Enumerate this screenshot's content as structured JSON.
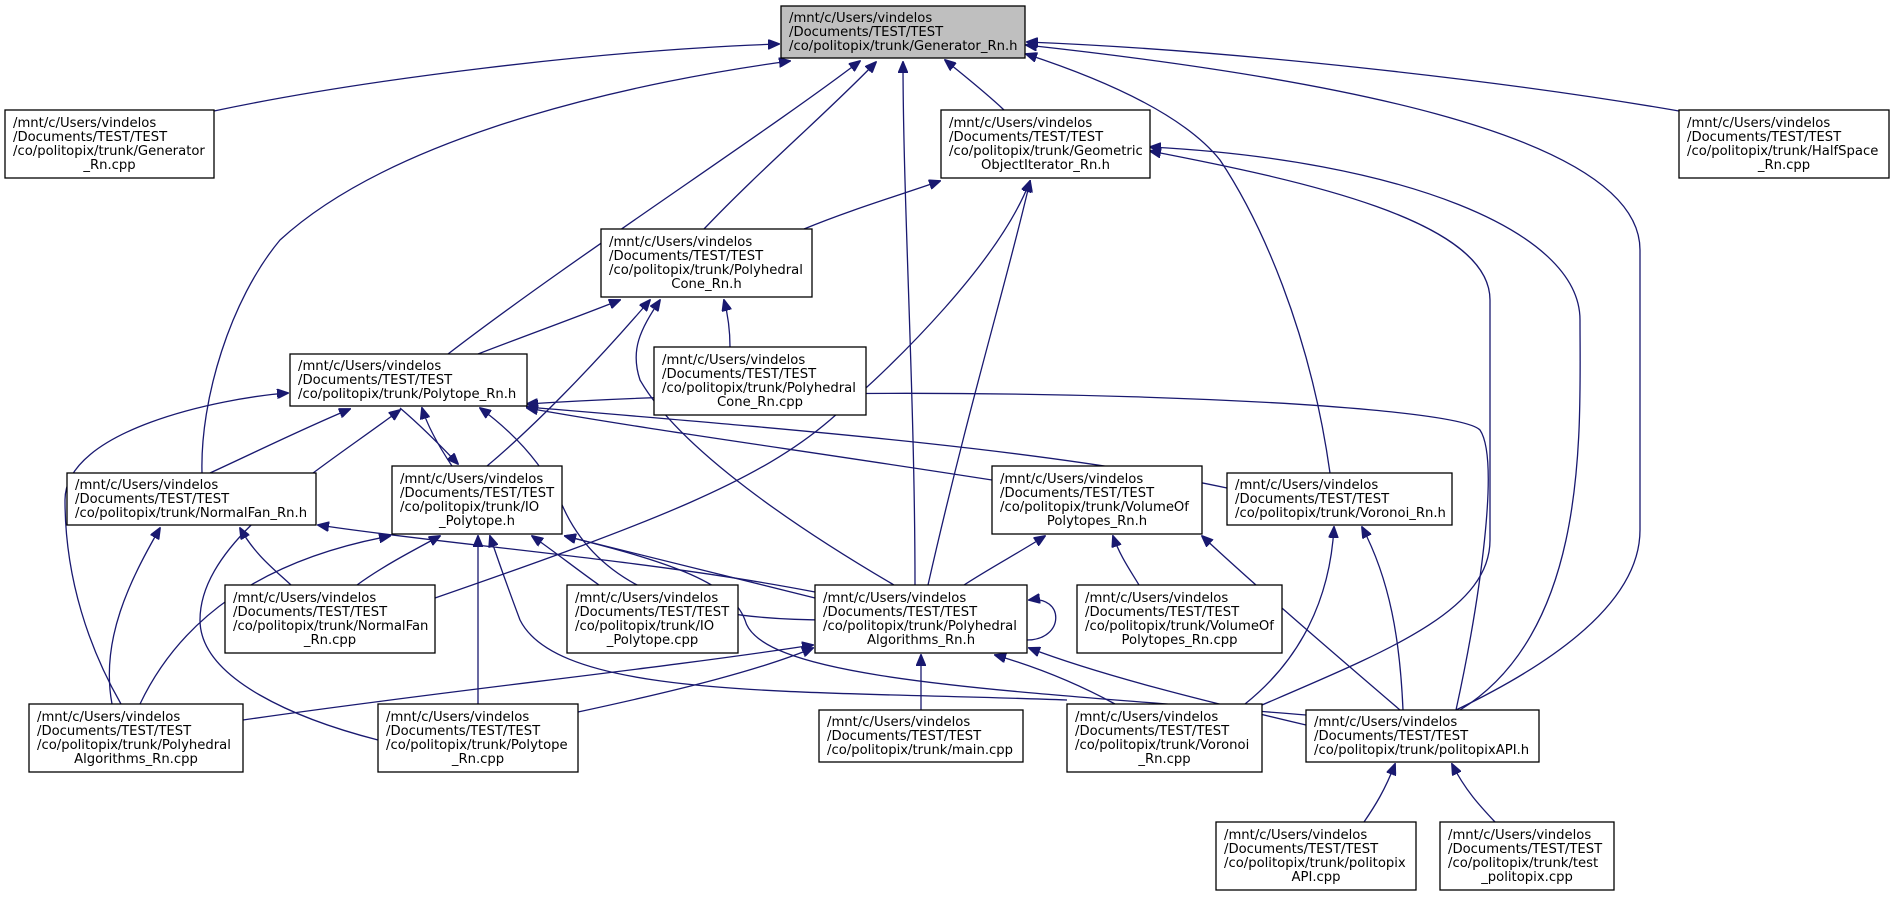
{
  "colors": {
    "edge": "#191970",
    "root_fill": "#bfbfbf",
    "node_fill": "#ffffff",
    "node_border": "#000000"
  },
  "nodes": [
    {
      "id": "generator_h",
      "lines": [
        "/mnt/c/Users/vindelos",
        "/Documents/TEST/TEST",
        "/co/politopix/trunk/Generator_Rn.h"
      ],
      "root": true
    },
    {
      "id": "generator_cpp",
      "lines": [
        "/mnt/c/Users/vindelos",
        "/Documents/TEST/TEST",
        "/co/politopix/trunk/Generator",
        "_Rn.cpp"
      ]
    },
    {
      "id": "geometric_h",
      "lines": [
        "/mnt/c/Users/vindelos",
        "/Documents/TEST/TEST",
        "/co/politopix/trunk/Geometric",
        "ObjectIterator_Rn.h"
      ]
    },
    {
      "id": "halfspace_cpp",
      "lines": [
        "/mnt/c/Users/vindelos",
        "/Documents/TEST/TEST",
        "/co/politopix/trunk/HalfSpace",
        "_Rn.cpp"
      ]
    },
    {
      "id": "polycone_h",
      "lines": [
        "/mnt/c/Users/vindelos",
        "/Documents/TEST/TEST",
        "/co/politopix/trunk/Polyhedral",
        "Cone_Rn.h"
      ]
    },
    {
      "id": "polycone_cpp",
      "lines": [
        "/mnt/c/Users/vindelos",
        "/Documents/TEST/TEST",
        "/co/politopix/trunk/Polyhedral",
        "Cone_Rn.cpp"
      ]
    },
    {
      "id": "polytope_h",
      "lines": [
        "/mnt/c/Users/vindelos",
        "/Documents/TEST/TEST",
        "/co/politopix/trunk/Polytope_Rn.h"
      ]
    },
    {
      "id": "normalfan_h",
      "lines": [
        "/mnt/c/Users/vindelos",
        "/Documents/TEST/TEST",
        "/co/politopix/trunk/NormalFan_Rn.h"
      ]
    },
    {
      "id": "io_h",
      "lines": [
        "/mnt/c/Users/vindelos",
        "/Documents/TEST/TEST",
        "/co/politopix/trunk/IO",
        "_Polytope.h"
      ]
    },
    {
      "id": "volume_h",
      "lines": [
        "/mnt/c/Users/vindelos",
        "/Documents/TEST/TEST",
        "/co/politopix/trunk/VolumeOf",
        "Polytopes_Rn.h"
      ]
    },
    {
      "id": "voronoi_h",
      "lines": [
        "/mnt/c/Users/vindelos",
        "/Documents/TEST/TEST",
        "/co/politopix/trunk/Voronoi_Rn.h"
      ]
    },
    {
      "id": "normalfan_cpp",
      "lines": [
        "/mnt/c/Users/vindelos",
        "/Documents/TEST/TEST",
        "/co/politopix/trunk/NormalFan",
        "_Rn.cpp"
      ]
    },
    {
      "id": "io_cpp",
      "lines": [
        "/mnt/c/Users/vindelos",
        "/Documents/TEST/TEST",
        "/co/politopix/trunk/IO",
        "_Polytope.cpp"
      ]
    },
    {
      "id": "polyalg_h",
      "lines": [
        "/mnt/c/Users/vindelos",
        "/Documents/TEST/TEST",
        "/co/politopix/trunk/Polyhedral",
        "Algorithms_Rn.h"
      ]
    },
    {
      "id": "volume_cpp",
      "lines": [
        "/mnt/c/Users/vindelos",
        "/Documents/TEST/TEST",
        "/co/politopix/trunk/VolumeOf",
        "Polytopes_Rn.cpp"
      ]
    },
    {
      "id": "polyalg_cpp",
      "lines": [
        "/mnt/c/Users/vindelos",
        "/Documents/TEST/TEST",
        "/co/politopix/trunk/Polyhedral",
        "Algorithms_Rn.cpp"
      ]
    },
    {
      "id": "polytope_cpp",
      "lines": [
        "/mnt/c/Users/vindelos",
        "/Documents/TEST/TEST",
        "/co/politopix/trunk/Polytope",
        "_Rn.cpp"
      ]
    },
    {
      "id": "main_cpp",
      "lines": [
        "/mnt/c/Users/vindelos",
        "/Documents/TEST/TEST",
        "/co/politopix/trunk/main.cpp"
      ]
    },
    {
      "id": "voronoi_cpp",
      "lines": [
        "/mnt/c/Users/vindelos",
        "/Documents/TEST/TEST",
        "/co/politopix/trunk/Voronoi",
        "_Rn.cpp"
      ]
    },
    {
      "id": "api_h",
      "lines": [
        "/mnt/c/Users/vindelos",
        "/Documents/TEST/TEST",
        "/co/politopix/trunk/politopixAPI.h"
      ]
    },
    {
      "id": "api_cpp",
      "lines": [
        "/mnt/c/Users/vindelos",
        "/Documents/TEST/TEST",
        "/co/politopix/trunk/politopix",
        "API.cpp"
      ]
    },
    {
      "id": "test_cpp",
      "lines": [
        "/mnt/c/Users/vindelos",
        "/Documents/TEST/TEST",
        "/co/politopix/trunk/test",
        "_politopix.cpp"
      ]
    }
  ],
  "edges": [
    {
      "from": "generator_cpp",
      "to": "generator_h"
    },
    {
      "from": "geometric_h",
      "to": "generator_h"
    },
    {
      "from": "halfspace_cpp",
      "to": "generator_h"
    },
    {
      "from": "polycone_h",
      "to": "generator_h"
    },
    {
      "from": "polytope_h",
      "to": "generator_h"
    },
    {
      "from": "normalfan_h",
      "to": "generator_h"
    },
    {
      "from": "polyalg_h",
      "to": "generator_h"
    },
    {
      "from": "voronoi_h",
      "to": "generator_h"
    },
    {
      "from": "api_h",
      "to": "generator_h"
    },
    {
      "from": "polycone_h",
      "to": "geometric_h"
    },
    {
      "from": "normalfan_cpp",
      "to": "geometric_h"
    },
    {
      "from": "polyalg_h",
      "to": "geometric_h"
    },
    {
      "from": "voronoi_cpp",
      "to": "geometric_h"
    },
    {
      "from": "api_h",
      "to": "geometric_h"
    },
    {
      "from": "polytope_h",
      "to": "polycone_h"
    },
    {
      "from": "polycone_cpp",
      "to": "polycone_h"
    },
    {
      "from": "io_h",
      "to": "polycone_h"
    },
    {
      "from": "polyalg_h",
      "to": "polycone_h"
    },
    {
      "from": "normalfan_h",
      "to": "polytope_h"
    },
    {
      "from": "io_h",
      "to": "polytope_h"
    },
    {
      "from": "polytope_h",
      "to": "io_h"
    },
    {
      "from": "polyalg_cpp",
      "to": "polytope_h"
    },
    {
      "from": "polytope_cpp",
      "to": "polytope_h"
    },
    {
      "from": "polyalg_h",
      "to": "polytope_h"
    },
    {
      "from": "volume_h",
      "to": "polytope_h"
    },
    {
      "from": "voronoi_h",
      "to": "polytope_h"
    },
    {
      "from": "api_h",
      "to": "polytope_h"
    },
    {
      "from": "normalfan_cpp",
      "to": "normalfan_h"
    },
    {
      "from": "polyalg_cpp",
      "to": "normalfan_h"
    },
    {
      "from": "polyalg_h",
      "to": "normalfan_h"
    },
    {
      "from": "normalfan_cpp",
      "to": "io_h"
    },
    {
      "from": "io_cpp",
      "to": "io_h"
    },
    {
      "from": "polyalg_h",
      "to": "io_h"
    },
    {
      "from": "polyalg_cpp",
      "to": "io_h"
    },
    {
      "from": "polytope_cpp",
      "to": "io_h"
    },
    {
      "from": "voronoi_cpp",
      "to": "io_h"
    },
    {
      "from": "api_h",
      "to": "io_h"
    },
    {
      "from": "polyalg_h",
      "to": "volume_h"
    },
    {
      "from": "volume_cpp",
      "to": "volume_h"
    },
    {
      "from": "api_h",
      "to": "volume_h"
    },
    {
      "from": "voronoi_cpp",
      "to": "voronoi_h"
    },
    {
      "from": "api_h",
      "to": "voronoi_h"
    },
    {
      "from": "polyalg_h",
      "to": "polyalg_h"
    },
    {
      "from": "polyalg_cpp",
      "to": "polyalg_h"
    },
    {
      "from": "polytope_cpp",
      "to": "polyalg_h"
    },
    {
      "from": "main_cpp",
      "to": "polyalg_h"
    },
    {
      "from": "voronoi_cpp",
      "to": "polyalg_h"
    },
    {
      "from": "api_h",
      "to": "polyalg_h"
    },
    {
      "from": "api_cpp",
      "to": "api_h"
    },
    {
      "from": "test_cpp",
      "to": "api_h"
    }
  ]
}
